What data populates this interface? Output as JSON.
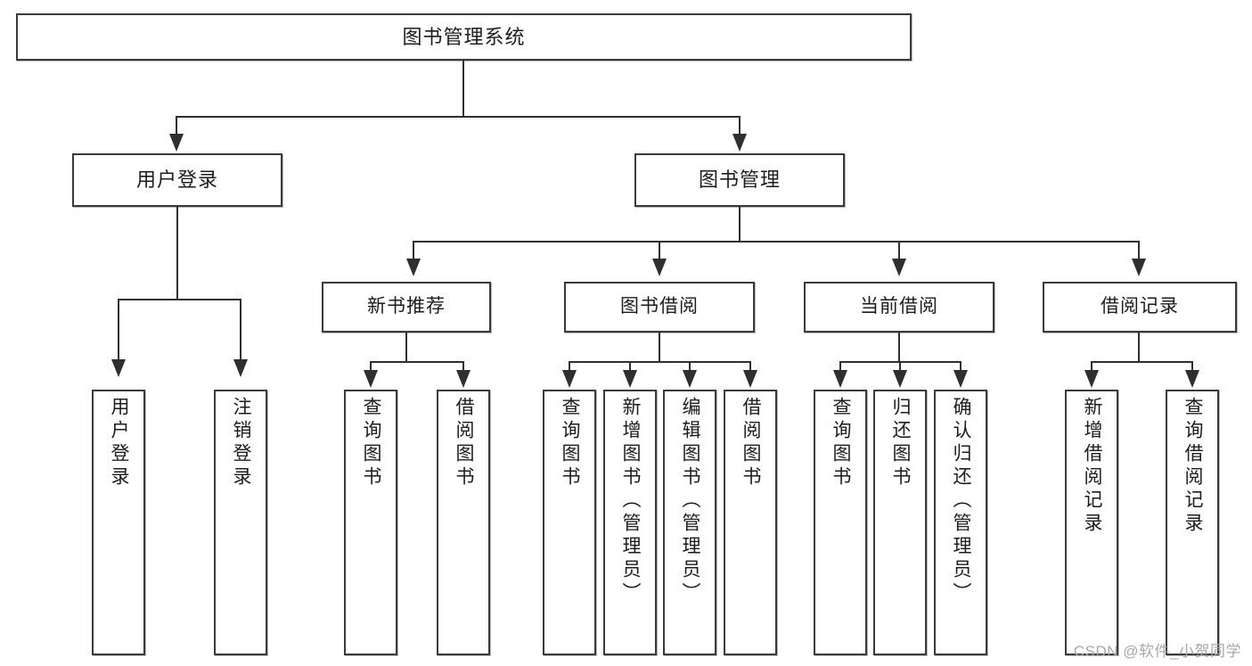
{
  "diagram": {
    "title": "图书管理系统",
    "type": "hierarchy-tree",
    "root": {
      "label": "图书管理系统"
    },
    "level2": [
      {
        "label": "用户登录"
      },
      {
        "label": "图书管理"
      }
    ],
    "level3": [
      {
        "label": "新书推荐"
      },
      {
        "label": "图书借阅"
      },
      {
        "label": "当前借阅"
      },
      {
        "label": "借阅记录"
      }
    ],
    "leaves": {
      "user_login": [
        {
          "label": "用户登录"
        },
        {
          "label": "注销登录"
        }
      ],
      "new_book_recommend": [
        {
          "label": "查询图书"
        },
        {
          "label": "借阅图书"
        }
      ],
      "book_borrow": [
        {
          "label": "查询图书"
        },
        {
          "label": "新增图书（管理员）"
        },
        {
          "label": "编辑图书（管理员）"
        },
        {
          "label": "借阅图书"
        }
      ],
      "current_borrow": [
        {
          "label": "查询图书"
        },
        {
          "label": "归还图书"
        },
        {
          "label": "确认归还（管理员）"
        }
      ],
      "borrow_record": [
        {
          "label": "新增借阅记录"
        },
        {
          "label": "查询借阅记录"
        }
      ]
    }
  },
  "watermark": {
    "text": "CSDN @软件_小贺同学"
  },
  "colors": {
    "box_border": "#3a3a3a",
    "connector": "#2f2f2f",
    "background": "#ffffff",
    "text": "#1c1c1c",
    "watermark": "#a8a8a8"
  }
}
